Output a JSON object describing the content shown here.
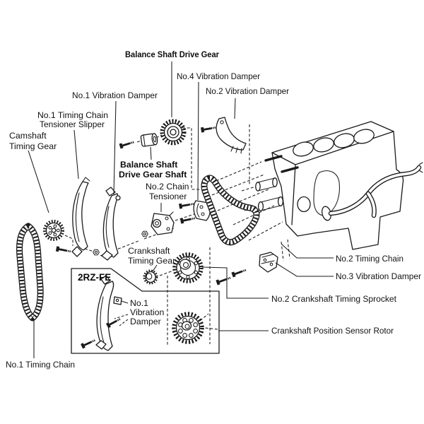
{
  "colors": {
    "ink": "#1a1a1a",
    "background": "#ffffff"
  },
  "labels": {
    "balance_shaft_drive_gear": "Balance Shaft Drive Gear",
    "no4_vibration_damper": "No.4 Vibration Damper",
    "no2_vibration_damper": "No.2 Vibration Damper",
    "no1_vibration_damper": "No.1 Vibration Damper",
    "no1_timing_chain_tensioner_slipper_line1": "No.1 Timing Chain",
    "no1_timing_chain_tensioner_slipper_line2": "Tensioner Slipper",
    "camshaft_timing_gear_line1": "Camshaft",
    "camshaft_timing_gear_line2": "Timing Gear",
    "balance_shaft_drive_gear_shaft_line1": "Balance Shaft",
    "balance_shaft_drive_gear_shaft_line2": "Drive Gear Shaft",
    "no2_chain_tensioner_line1": "No.2 Chain",
    "no2_chain_tensioner_line2": "Tensioner",
    "crankshaft_timing_gear_line1": "Crankshaft",
    "crankshaft_timing_gear_line2": "Timing Gear",
    "engine_code_box": "2RZ-FE",
    "boxed_no1_vibration_damper_line1": "No.1",
    "boxed_no1_vibration_damper_line2": "Vibration",
    "boxed_no1_vibration_damper_line3": "Damper",
    "no2_timing_chain": "No.2 Timing Chain",
    "no3_vibration_damper": "No.3 Vibration Damper",
    "no2_crankshaft_timing_sprocket": "No.2 Crankshaft Timing Sprocket",
    "crankshaft_position_sensor_rotor": "Crankshaft Position Sensor Rotor",
    "no1_timing_chain": "No.1 Timing Chain"
  }
}
